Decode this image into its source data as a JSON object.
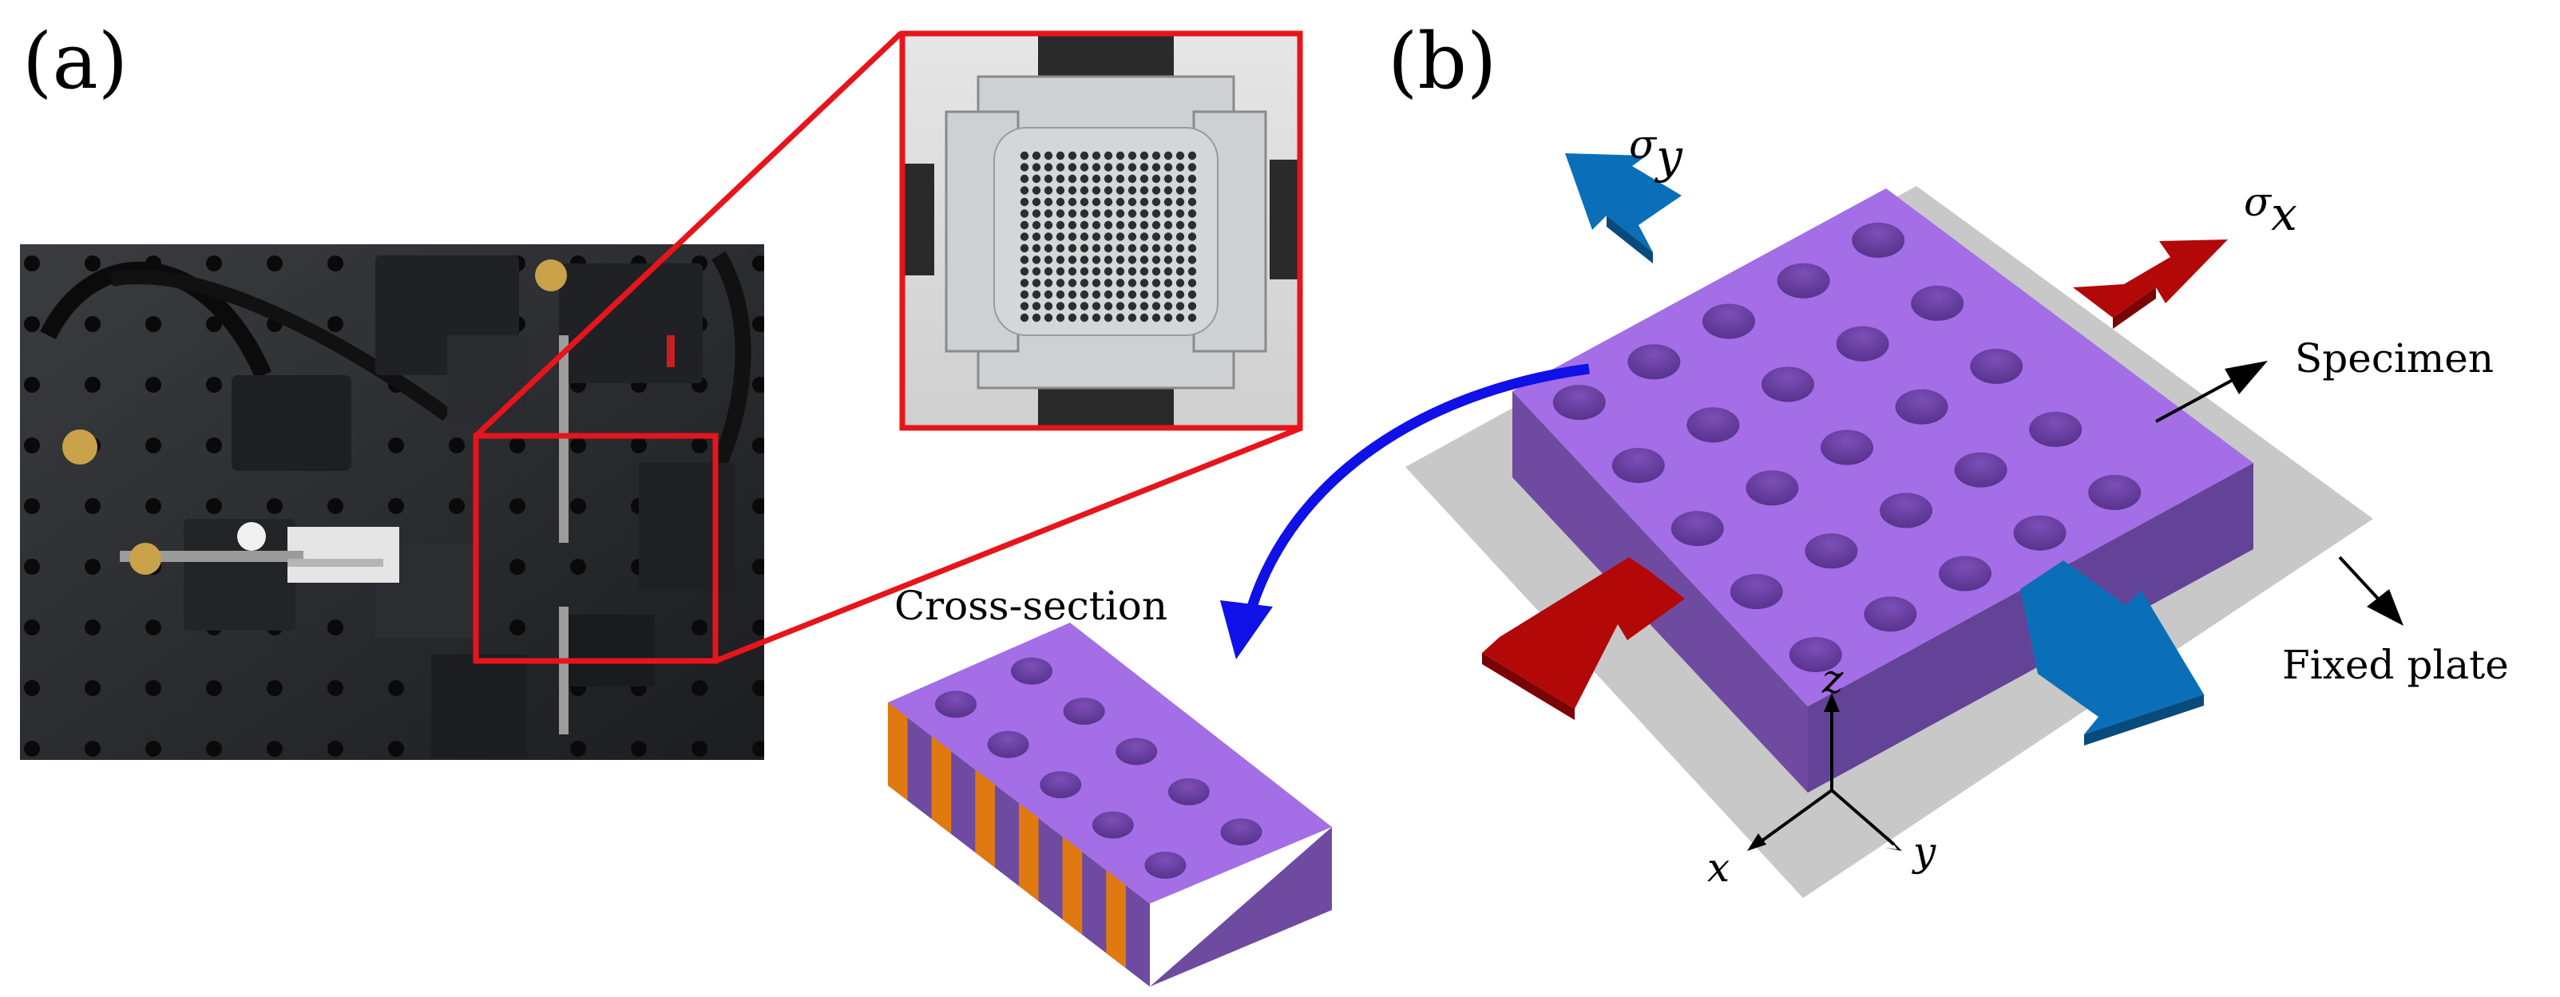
{
  "panel_a": {
    "label": "(a)",
    "photo_icon": "biaxial-tensile-rig-photo",
    "inset_icon": "specimen-grip-closeup-photo",
    "highlight_color": "#e8141b"
  },
  "panel_b": {
    "label": "(b)",
    "sigma_y": {
      "base": "σ",
      "sub": "y"
    },
    "sigma_x": {
      "base": "σ",
      "sub": "x"
    },
    "specimen_label": "Specimen",
    "fixed_plate_label": "Fixed plate",
    "cross_section_label": "Cross-section",
    "axes": {
      "z": "z",
      "x": "x",
      "y": "y"
    },
    "colors": {
      "specimen_top": "#a36ee6",
      "specimen_side": "#6b4a9e",
      "plate": "#c8c8c8",
      "load_blue": "#0a6fb8",
      "load_red": "#b30808",
      "cut_face": "#e07a10",
      "curve": "#1010e8"
    }
  }
}
